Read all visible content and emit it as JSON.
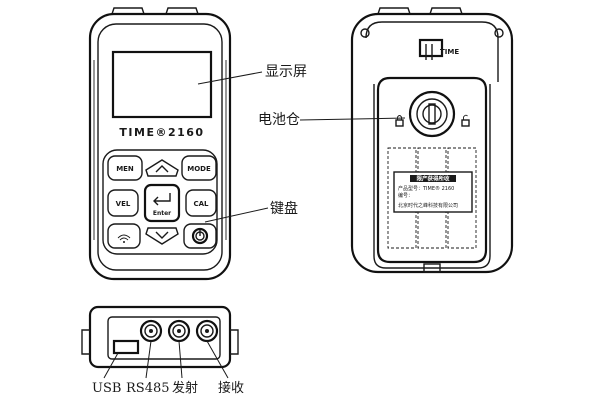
{
  "front": {
    "brand": "TIME®2160",
    "keys": {
      "men": "MEN",
      "mode": "MODE",
      "vel": "VEL",
      "cal": "CAL",
      "enter": "Enter"
    }
  },
  "back": {
    "logo_text": "TIME",
    "label_title": "限产获得所收",
    "label_line1": "产品型号：TIME® 2160",
    "label_line2": "编号：",
    "label_line3": "北京时代之峰科技有限公司"
  },
  "callouts": {
    "display": "显示屏",
    "battery": "电池仓",
    "keypad": "键盘",
    "usb": "USB",
    "rs485": "RS485",
    "transmit": "发射",
    "receive": "接收"
  },
  "icons": {
    "power": "power-icon",
    "wifi": "wireless-icon",
    "up": "arrow-up-icon",
    "down": "arrow-down-icon",
    "enter": "enter-arrow-icon",
    "lock": "lock-icon",
    "unlock": "unlock-icon"
  }
}
